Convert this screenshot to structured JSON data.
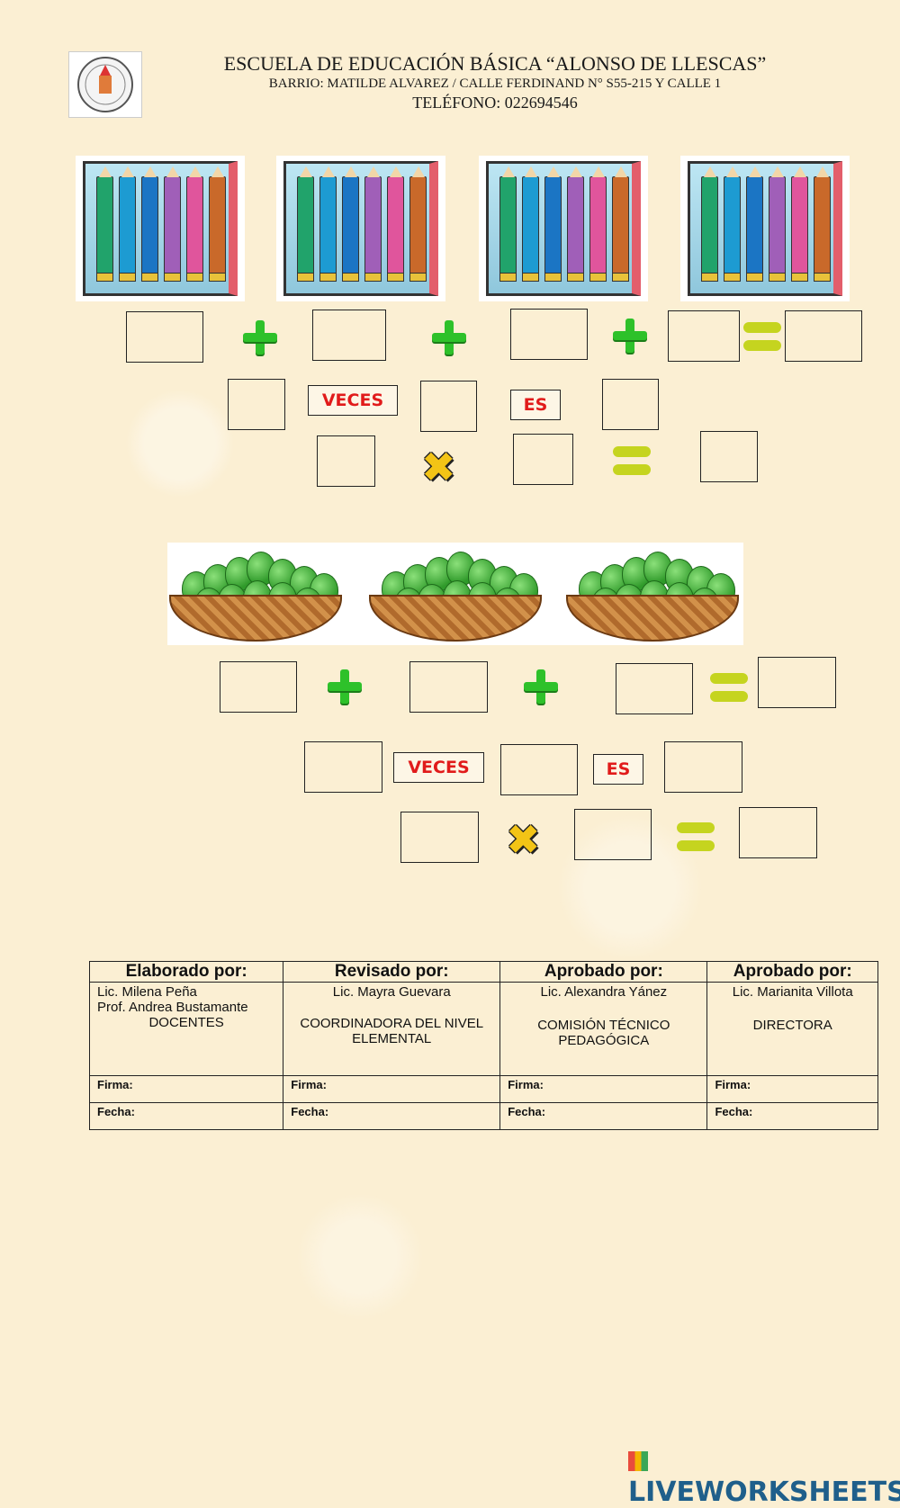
{
  "header": {
    "school": "ESCUELA DE EDUCACIÓN BÁSICA “ALONSO DE LLESCAS”",
    "address": "BARRIO: MATILDE ALVAREZ / CALLE FERDINAND N° S55-215 Y CALLE 1",
    "phone": "TELÉFONO: 022694546"
  },
  "exercise1": {
    "group_count": 4,
    "pencils_per_box": 6,
    "word_veces": "VECES",
    "word_es": "ES"
  },
  "exercise2": {
    "group_count": 3,
    "word_veces": "VECES",
    "word_es": "ES"
  },
  "signatures": {
    "columns": [
      {
        "title": "Elaborado por:",
        "names": [
          "Lic. Milena Peña",
          "Prof. Andrea Bustamante"
        ],
        "role": "DOCENTES"
      },
      {
        "title": "Revisado por:",
        "names": [
          "Lic. Mayra Guevara"
        ],
        "role": "COORDINADORA DEL NIVEL ELEMENTAL"
      },
      {
        "title": "Aprobado por:",
        "names": [
          "Lic. Alexandra Yánez"
        ],
        "role": "COMISIÓN TÉCNICO PEDAGÓGICA"
      },
      {
        "title": "Aprobado por:",
        "names": [
          "Lic. Marianita Villota"
        ],
        "role": "DIRECTORA"
      }
    ],
    "firma_label": "Firma:",
    "fecha_label": "Fecha:"
  },
  "footer": {
    "brand": "LIVEWORKSHEETS"
  },
  "colors": {
    "plus": "#2ec12a",
    "equals": "#c5d41f",
    "times": "#f3c416",
    "word_text": "#e11b1b",
    "background": "#fbefd3"
  }
}
